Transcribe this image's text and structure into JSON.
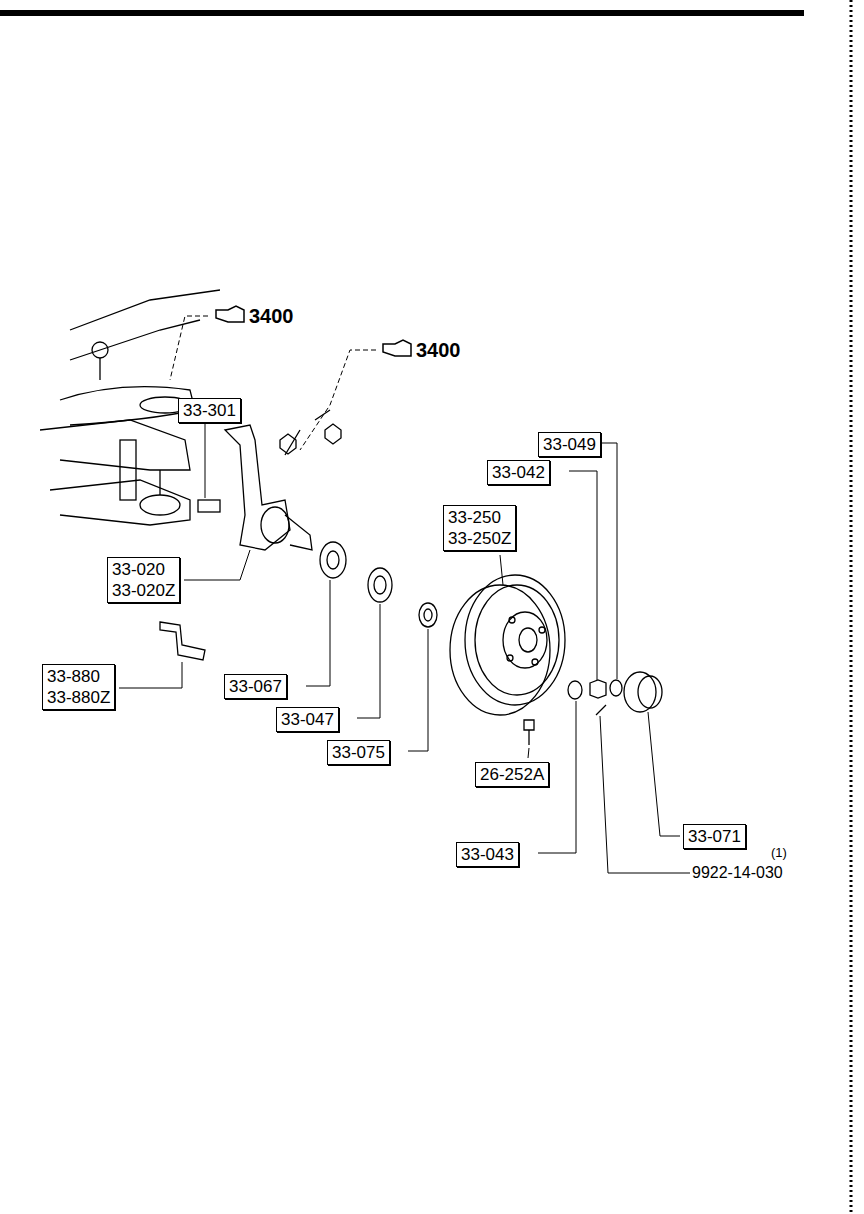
{
  "diagram": {
    "nodes": [
      {
        "text": [
          "33-301"
        ]
      },
      {
        "text": [
          "33-049"
        ]
      },
      {
        "text": [
          "33-042"
        ]
      },
      {
        "text": [
          "33-250",
          "33-250Z"
        ]
      },
      {
        "text": [
          "33-020",
          "33-020Z"
        ]
      },
      {
        "text": [
          "33-880",
          "33-880Z"
        ]
      },
      {
        "text": [
          "33-067"
        ]
      },
      {
        "text": [
          "33-047"
        ]
      },
      {
        "text": [
          "33-075"
        ]
      },
      {
        "text": [
          "26-252A"
        ]
      },
      {
        "text": [
          "33-071"
        ]
      },
      {
        "text": [
          "33-043"
        ]
      }
    ],
    "labels": [
      "3400",
      "3400",
      "(1)",
      "9922-14-030"
    ]
  }
}
